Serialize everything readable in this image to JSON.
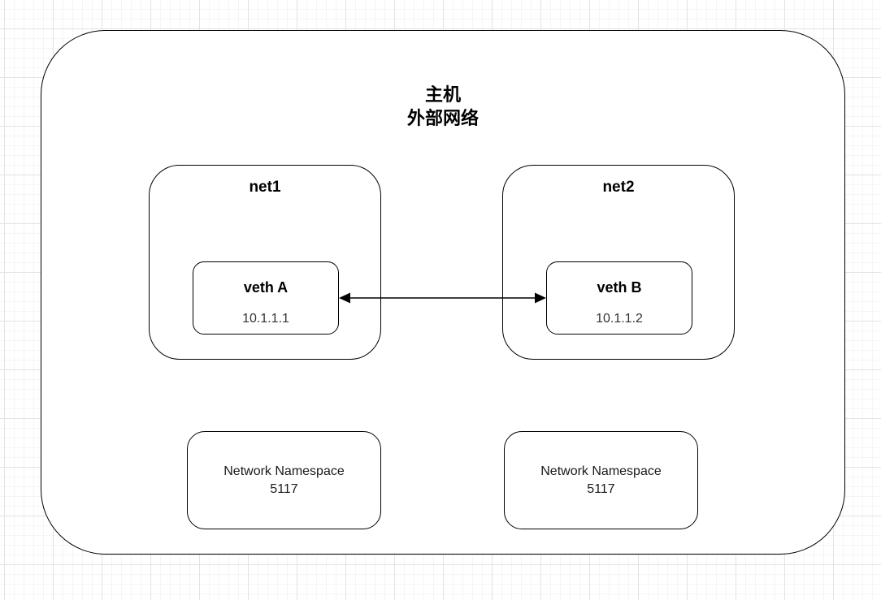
{
  "diagram": {
    "host": {
      "title_line1": "主机",
      "title_line2": "外部网络"
    },
    "networks": [
      {
        "label": "net1",
        "veth_name": "veth A",
        "veth_ip": "10.1.1.1"
      },
      {
        "label": "net2",
        "veth_name": "veth B",
        "veth_ip": "10.1.1.2"
      }
    ],
    "namespace_boxes": [
      {
        "line1": "Network Namespace",
        "line2": "5117"
      },
      {
        "line1": "Network Namespace",
        "line2": "5117"
      }
    ],
    "connection": {
      "type": "bidirectional"
    },
    "colors": {
      "stroke": "#000000",
      "title_text": "#000000",
      "ip_text": "#333333",
      "background": "#ffffff",
      "grid_minor": "#f5f5f5",
      "grid_major": "#e3e3e3"
    }
  }
}
